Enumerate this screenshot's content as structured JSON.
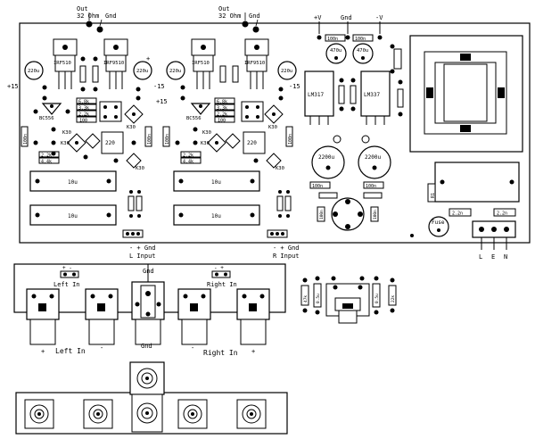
{
  "top_labels": {
    "out_left": "Out",
    "ohm_left": "32 Ohm",
    "gnd_left": "Gnd",
    "out_right": "Out",
    "ohm_right": "32 Ohm",
    "gnd_right": "Gnd",
    "plus_v": "+V",
    "gnd_psu": "Gnd",
    "minus_v": "-V"
  },
  "transistors": {
    "irf510": "IRF510",
    "irf9510": "IRF9510",
    "lm317": "LM317",
    "lm337": "LM337",
    "bc556": "BC556",
    "k30": "K30",
    "k30b": "K30"
  },
  "rails": {
    "plus15": "+15",
    "minus15": "-15"
  },
  "values": {
    "c220u": "220u",
    "c470u": "470u",
    "c2200u": "2200u",
    "c100n": "100n",
    "c10u": "10u",
    "c2n2": "2.2n",
    "r68": "6.8k",
    "r33": "3.3k",
    "r22": "2.2k",
    "r100": "100",
    "r220": "220",
    "r44": "4.4k",
    "r10k": "10k",
    "r1": "R1",
    "c05u": "0.5u",
    "r47k": "47k",
    "r22k": "22k"
  },
  "inputs": {
    "l_pins": "- + Gnd",
    "l_label": "L Input",
    "r_pins": "- + Gnd",
    "r_label": "R Input"
  },
  "mains": {
    "fuse": "Fuse",
    "l": "L",
    "e": "E",
    "n": "N"
  },
  "panel": {
    "left_in": "Left In",
    "right_in": "Right In",
    "plus_minus": "+ -",
    "minus_plus": "- +",
    "gnd": "Gnd",
    "plus": "+",
    "minus": "-",
    "left_in_bottom": "Left In",
    "right_in_bottom": "Right In",
    "gnd_bottom": "Gnd"
  }
}
